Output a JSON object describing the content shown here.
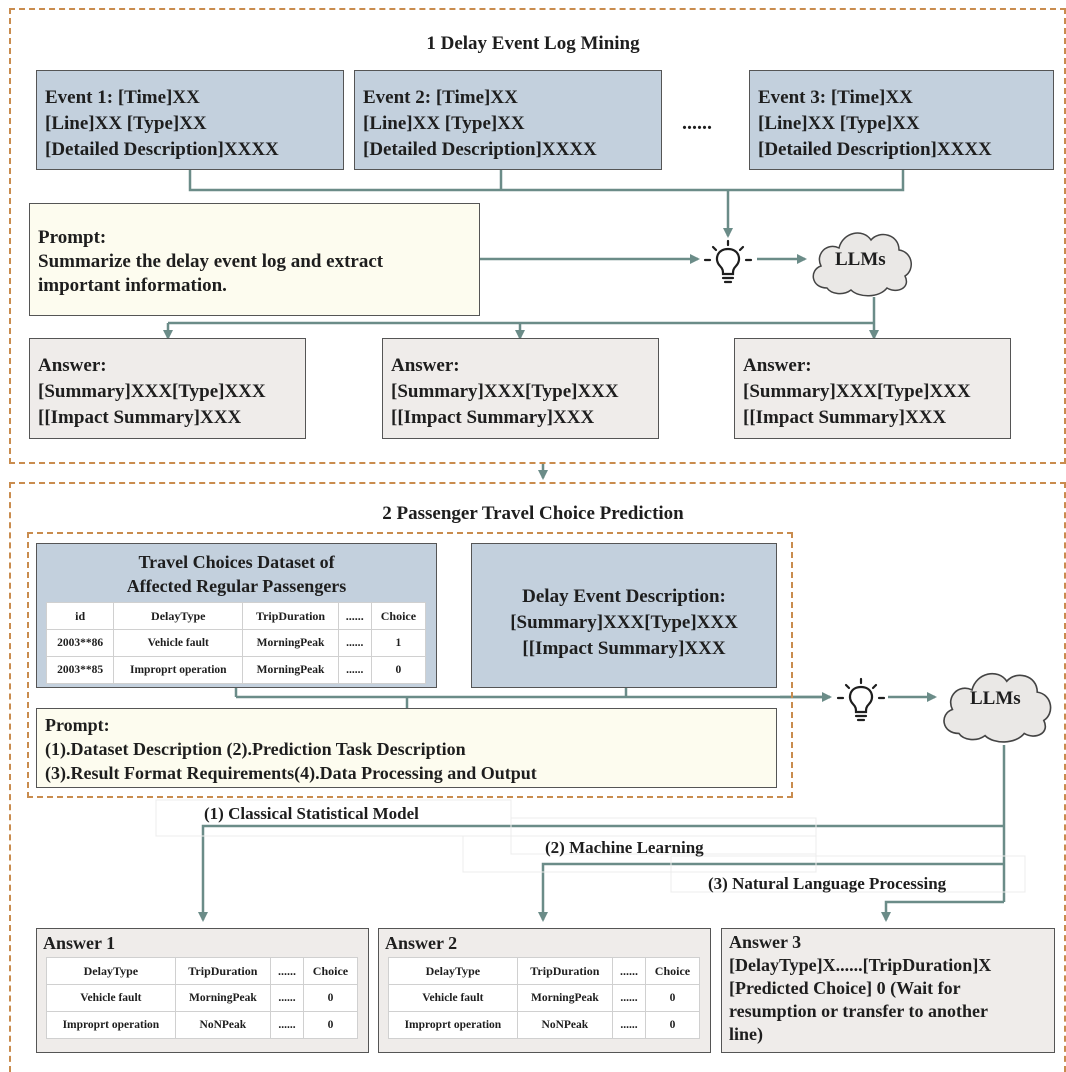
{
  "section1": {
    "title": "1 Delay Event Log Mining",
    "events": [
      {
        "line1": "Event 1: [Time]XX",
        "line2": "[Line]XX [Type]XX",
        "line3": "[Detailed Description]XXXX"
      },
      {
        "line1": "Event 2: [Time]XX",
        "line2": "[Line]XX [Type]XX",
        "line3": "[Detailed Description]XXXX"
      },
      {
        "line1": "Event 3: [Time]XX",
        "line2": "[Line]XX [Type]XX",
        "line3": "[Detailed Description]XXXX"
      }
    ],
    "ellipsis": "......",
    "prompt": {
      "label": "Prompt:",
      "line1": "Summarize the delay event log and extract",
      "line2": "important information."
    },
    "llm": "LLMs",
    "answers": [
      {
        "label": "Answer:",
        "line1": "[Summary]XXX[Type]XXX",
        "line2": "[[Impact Summary]XXX"
      },
      {
        "label": "Answer:",
        "line1": "[Summary]XXX[Type]XXX",
        "line2": "[[Impact Summary]XXX"
      },
      {
        "label": "Answer:",
        "line1": "[Summary]XXX[Type]XXX",
        "line2": "[[Impact Summary]XXX"
      }
    ]
  },
  "section2": {
    "title": "2 Passenger Travel Choice Prediction",
    "dataset": {
      "title_line1": "Travel Choices Dataset of",
      "title_line2": "Affected Regular Passengers",
      "headers": [
        "id",
        "DelayType",
        "TripDuration",
        "......",
        "Choice"
      ],
      "rows": [
        [
          "2003**86",
          "Vehicle fault",
          "MorningPeak",
          "......",
          "1"
        ],
        [
          "2003**85",
          "Improprt operation",
          "MorningPeak",
          "......",
          "0"
        ]
      ]
    },
    "delay_desc": {
      "line1": "Delay Event Description:",
      "line2": "[Summary]XXX[Type]XXX",
      "line3": "[[Impact Summary]XXX"
    },
    "prompt": {
      "label": "Prompt:",
      "line1": "(1).Dataset Description (2).Prediction Task Description",
      "line2": "(3).Result Format Requirements(4).Data Processing and Output"
    },
    "llm": "LLMs",
    "routes": [
      "(1) Classical Statistical Model",
      "(2) Machine Learning",
      "(3) Natural Language Processing"
    ],
    "answer1": {
      "title": "Answer 1",
      "headers": [
        "DelayType",
        "TripDuration",
        "......",
        "Choice"
      ],
      "rows": [
        [
          "Vehicle fault",
          "MorningPeak",
          "......",
          "0"
        ],
        [
          "Improprt operation",
          "NoNPeak",
          "......",
          "0"
        ]
      ]
    },
    "answer2": {
      "title": "Answer 2",
      "headers": [
        "DelayType",
        "TripDuration",
        "......",
        "Choice"
      ],
      "rows": [
        [
          "Vehicle fault",
          "MorningPeak",
          "......",
          "0"
        ],
        [
          "Improprt operation",
          "NoNPeak",
          "......",
          "0"
        ]
      ]
    },
    "answer3": {
      "title": "Answer 3",
      "line1": "[DelayType]X......[TripDuration]X",
      "line2": "[Predicted Choice] 0 (Wait for",
      "line3": "resumption or transfer to another",
      "line4": "line)"
    }
  },
  "colors": {
    "box_blue": "#c3d0dd",
    "box_gray": "#efecea",
    "box_cream": "#fdfcef",
    "arrow": "#6b8c88",
    "dashed_border": "#c98c4e"
  },
  "icons": [
    "lightbulb-icon",
    "cloud-icon",
    "arrow-icon"
  ]
}
